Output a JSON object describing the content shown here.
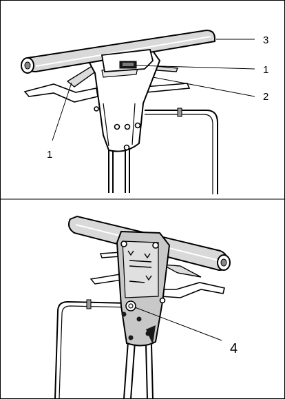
{
  "figure_top": {
    "callouts": [
      {
        "id": "callout-3",
        "label": "3"
      },
      {
        "id": "callout-1-right",
        "label": "1"
      },
      {
        "id": "callout-2",
        "label": "2"
      },
      {
        "id": "callout-1-left",
        "label": "1"
      }
    ]
  },
  "figure_bottom": {
    "callouts": [
      {
        "id": "callout-4",
        "label": "4"
      }
    ]
  },
  "colors": {
    "line": "#000000",
    "handle_fill": "#d9d9d9",
    "panel_fill": "#c8c8c8",
    "dark_fill": "#1a1a1a",
    "background": "#ffffff"
  }
}
